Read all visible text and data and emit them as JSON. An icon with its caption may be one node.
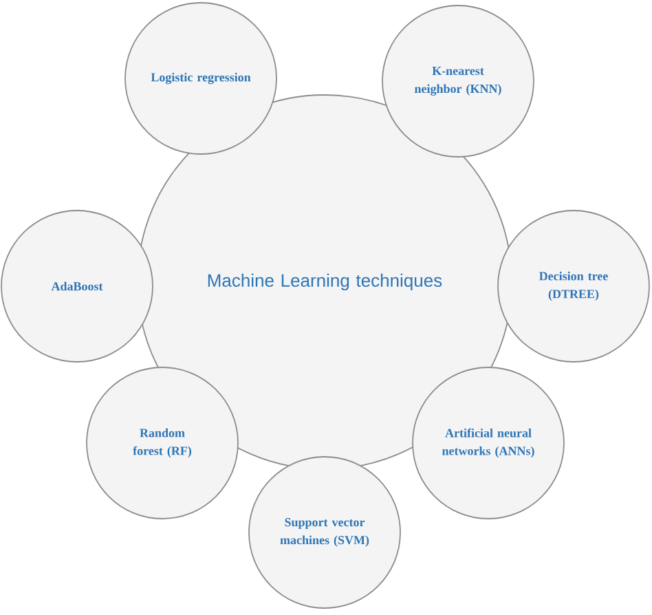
{
  "diagram": {
    "nodes": [
      {
        "text": [
          "Machine Learning techniques"
        ]
      },
      {
        "text": [
          "Logistic regression"
        ]
      },
      {
        "text": [
          "K-nearest neighbor (KNN)"
        ]
      },
      {
        "text": [
          "AdaBoost"
        ]
      },
      {
        "text": [
          "Decision tree (DTREE)"
        ]
      },
      {
        "text": [
          "Random forest (RF)"
        ]
      },
      {
        "text": [
          "Artificial neural networks (ANNs)"
        ]
      },
      {
        "text": [
          "Support vector machines (SVM)"
        ]
      }
    ]
  }
}
